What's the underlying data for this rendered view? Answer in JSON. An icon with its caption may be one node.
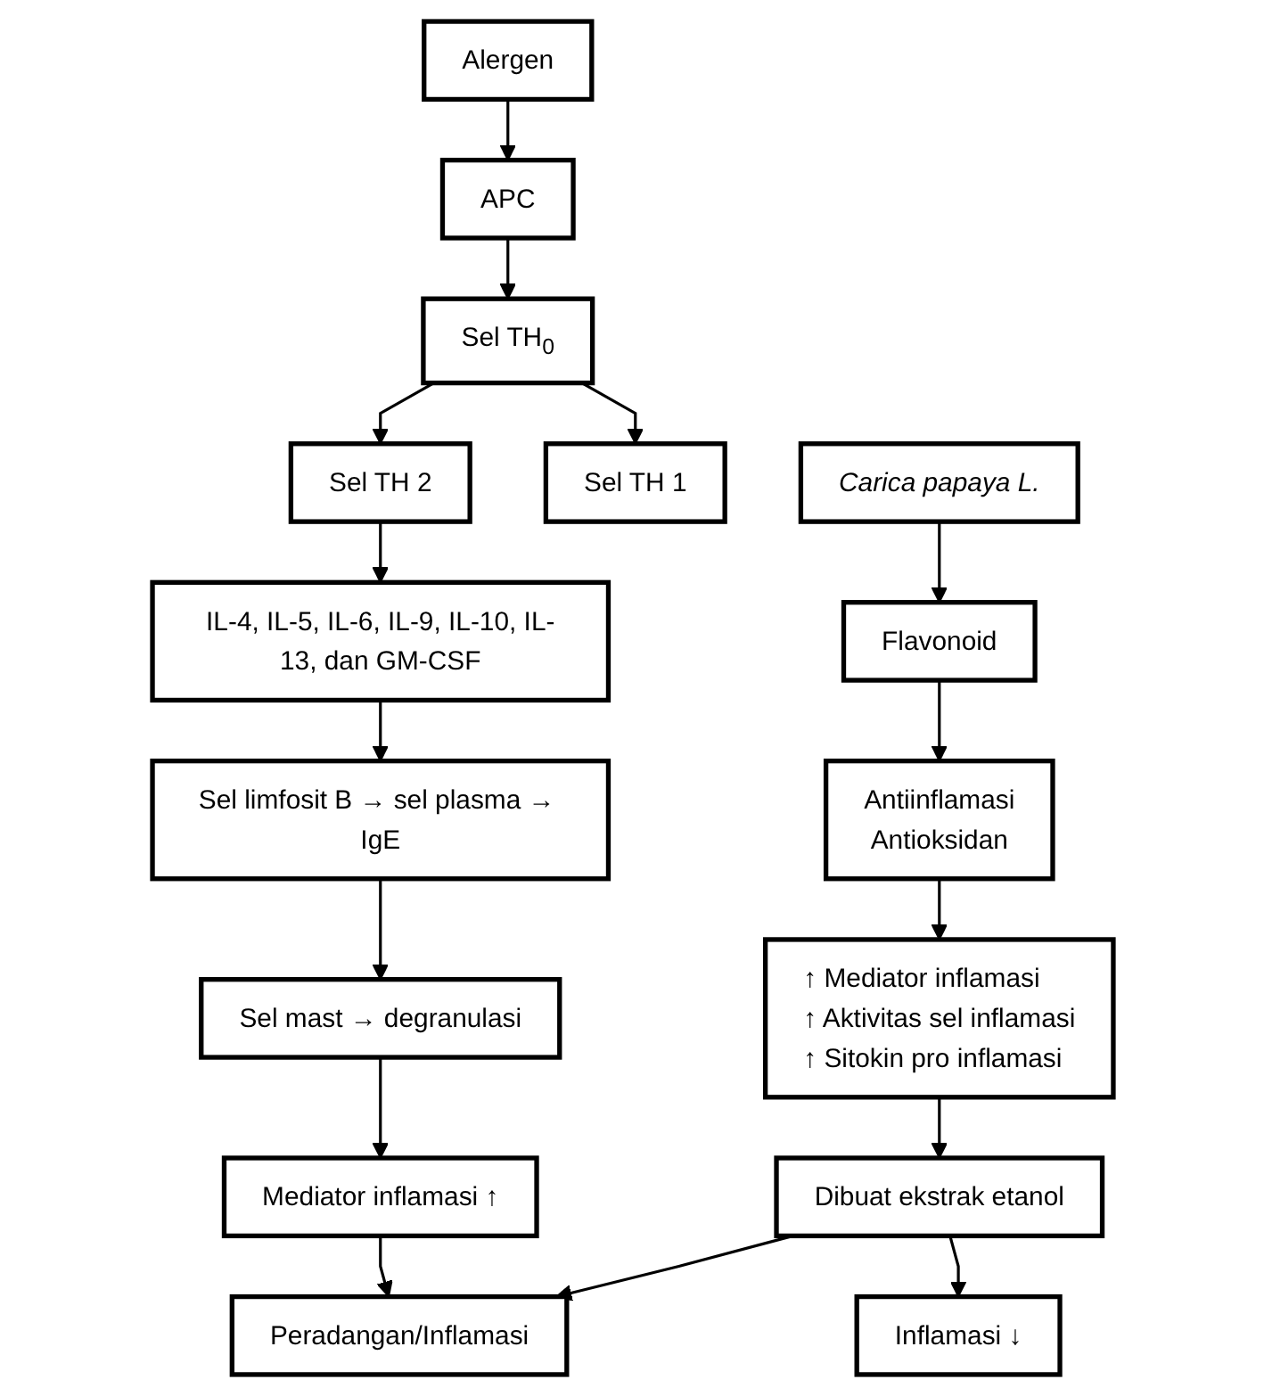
{
  "diagram": {
    "nodes": [
      {
        "text": [
          "Alergen"
        ]
      },
      {
        "text": [
          "APC"
        ]
      },
      {
        "text": [
          "Sel TH$_{0}$"
        ]
      },
      {
        "text": [
          "Sel TH 2"
        ]
      },
      {
        "text": [
          "Sel TH 1"
        ]
      },
      {
        "text": [
          "IL-4, IL-5, IL-6, IL-9, IL-10, IL-13, dan GM-CSF"
        ]
      },
      {
        "text": [
          "Sel limfosit B → sel plasma → IgE"
        ]
      },
      {
        "text": [
          "Sel mast → degranulasi"
        ]
      },
      {
        "text": [
          "Mediator inflamasi ↑"
        ]
      },
      {
        "text": [
          "Peradangan/Inflamasi"
        ]
      },
      {
        "text": [
          "Carica papaya L."
        ]
      },
      {
        "text": [
          "Flavonoid"
        ]
      },
      {
        "text": [
          "Antiinflamasi",
          "Antioksidan"
        ]
      },
      {
        "text": [
          "↑ Mediator inflamasi",
          "↑ Aktivitas sel inflamasi",
          "↑ Sitokin pro inflamasi"
        ]
      },
      {
        "text": [
          "Dibuat ekstrak etanol"
        ]
      },
      {
        "text": [
          "Inflamasi ↓"
        ]
      }
    ],
    "edges": [
      {
        "from": 0,
        "to": 1,
        "arrow": "to"
      },
      {
        "from": 1,
        "to": 2,
        "arrow": "to"
      },
      {
        "from": 2,
        "to": 3,
        "arrow": "to"
      },
      {
        "from": 2,
        "to": 4,
        "arrow": "to"
      },
      {
        "from": 3,
        "to": 5,
        "arrow": "to"
      },
      {
        "from": 5,
        "to": 6,
        "arrow": "to"
      },
      {
        "from": 6,
        "to": 7,
        "arrow": "to"
      },
      {
        "from": 7,
        "to": 8,
        "arrow": "to"
      },
      {
        "from": 8,
        "to": 9,
        "arrow": "to"
      },
      {
        "from": 10,
        "to": 11,
        "arrow": "to"
      },
      {
        "from": 11,
        "to": 12,
        "arrow": "to"
      },
      {
        "from": 12,
        "to": 13,
        "arrow": "to"
      },
      {
        "from": 13,
        "to": 14,
        "arrow": "to"
      },
      {
        "from": 14,
        "to": 9,
        "arrow": "to"
      },
      {
        "from": 14,
        "to": 15,
        "arrow": "to"
      }
    ]
  }
}
